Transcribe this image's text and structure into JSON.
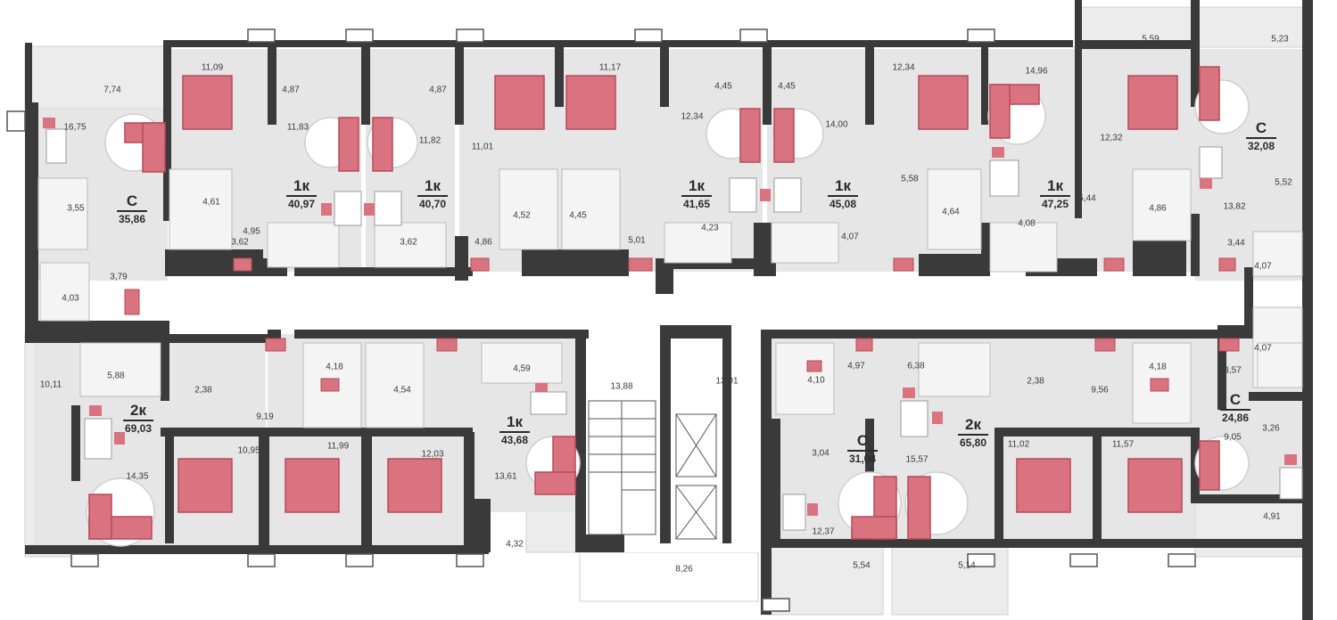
{
  "colors": {
    "wall": "#3a3a3a",
    "floor": "#e8e8e8",
    "furniture": "#d9737f",
    "furniture_dark": "#b84a5a",
    "white": "#ffffff",
    "outline": "#cfcfcf"
  },
  "apartments": [
    {
      "type": "С",
      "area": "35,86"
    },
    {
      "type": "1к",
      "area": "40,97"
    },
    {
      "type": "1к",
      "area": "40,70"
    },
    {
      "type": "1к",
      "area": "41,65"
    },
    {
      "type": "1к",
      "area": "45,08"
    },
    {
      "type": "1к",
      "area": "47,25"
    },
    {
      "type": "С",
      "area": "32,08"
    },
    {
      "type": "2к",
      "area": "69,03"
    },
    {
      "type": "1к",
      "area": "43,68"
    },
    {
      "type": "С",
      "area": "31,04"
    },
    {
      "type": "2к",
      "area": "65,80"
    },
    {
      "type": "С",
      "area": "24,86"
    }
  ],
  "room_areas": [
    "7,74",
    "16,75",
    "3,55",
    "3,79",
    "4,03",
    "11,09",
    "4,61",
    "4,95",
    "3,62",
    "4,87",
    "11,83",
    "4,87",
    "11,82",
    "3,62",
    "11,01",
    "4,52",
    "4,86",
    "11,17",
    "4,45",
    "5,01",
    "12,34",
    "4,45",
    "4,23",
    "4,45",
    "14,00",
    "4,07",
    "12,34",
    "5,58",
    "4,64",
    "14,96",
    "4,08",
    "5,44",
    "12,32",
    "4,86",
    "5,59",
    "5,23",
    "5,52",
    "13,82",
    "3,44",
    "4,07",
    "10,11",
    "5,88",
    "2,38",
    "14,35",
    "9,19",
    "10,95",
    "4,18",
    "4,54",
    "11,99",
    "4,59",
    "12,03",
    "13,61",
    "4,32",
    "13,88",
    "13,01",
    "8,26",
    "4,97",
    "4,10",
    "3,04",
    "12,37",
    "5,54",
    "6,38",
    "15,57",
    "5,14",
    "2,38",
    "9,56",
    "11,02",
    "4,18",
    "11,57",
    "4,07",
    "3,57",
    "9,05",
    "3,26",
    "4,91"
  ]
}
